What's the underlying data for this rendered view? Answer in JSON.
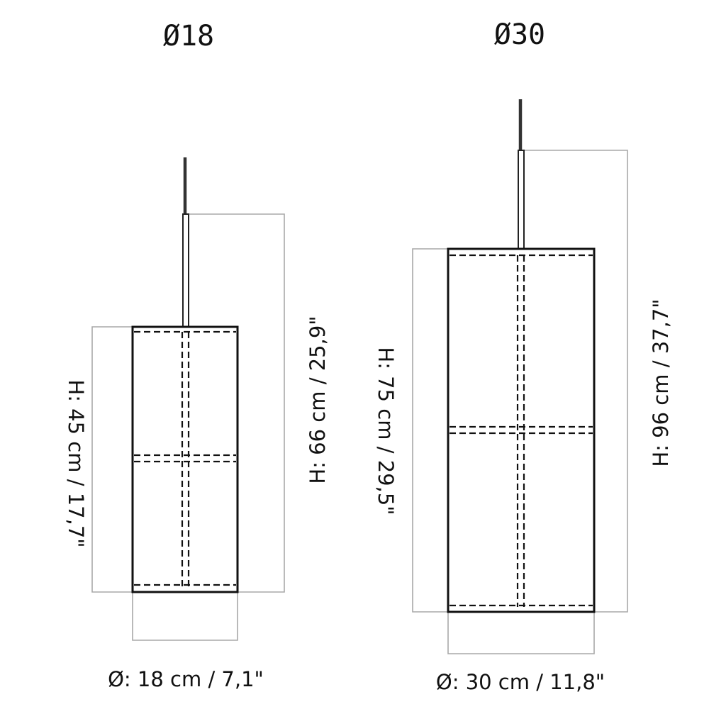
{
  "lamps": [
    {
      "title": "Ø18",
      "diameter_label": "Ø: 18 cm / 7,1\"",
      "shade_height_label": "H: 45 cm / 17,7\"",
      "total_height_label": "H: 66 cm / 25,9\""
    },
    {
      "title": "Ø30",
      "diameter_label": "Ø: 30 cm / 11,8\"",
      "shade_height_label": "H: 75 cm / 29,5\"",
      "total_height_label": "H: 96 cm / 37,7\""
    }
  ],
  "colors": {
    "outline": "#111111",
    "reference_line": "#a8a8a8",
    "background": "#ffffff"
  }
}
